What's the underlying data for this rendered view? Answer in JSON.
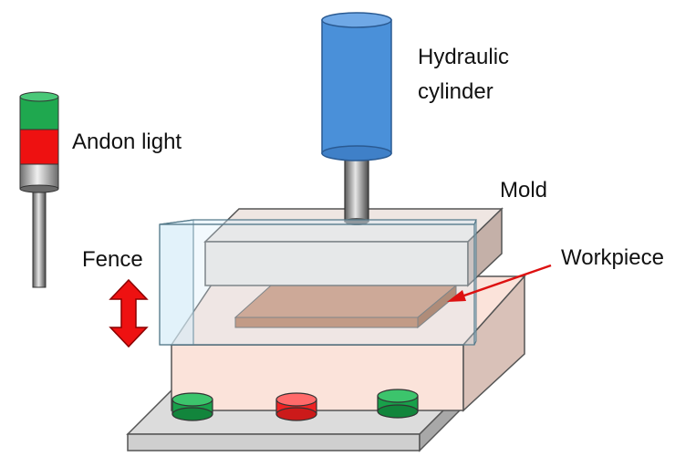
{
  "labels": {
    "hydraulic_line1": "Hydraulic",
    "hydraulic_line2": "cylinder",
    "andon": "Andon light",
    "mold": "Mold",
    "fence": "Fence",
    "workpiece": "Workpiece"
  },
  "colors": {
    "cylinder_blue": "#4a90d9",
    "andon_green": "#1fa84f",
    "andon_red": "#ee1111",
    "mold_fill": "#fbe3da",
    "mold_side": "#d9c1b8",
    "workpiece": "#c98a6a",
    "fence_glass": "#d6ecf8",
    "button_green": "#18a04a",
    "button_red": "#ee2222",
    "arrow_red": "#dd1111",
    "base_gray": "#d9d9d9"
  }
}
